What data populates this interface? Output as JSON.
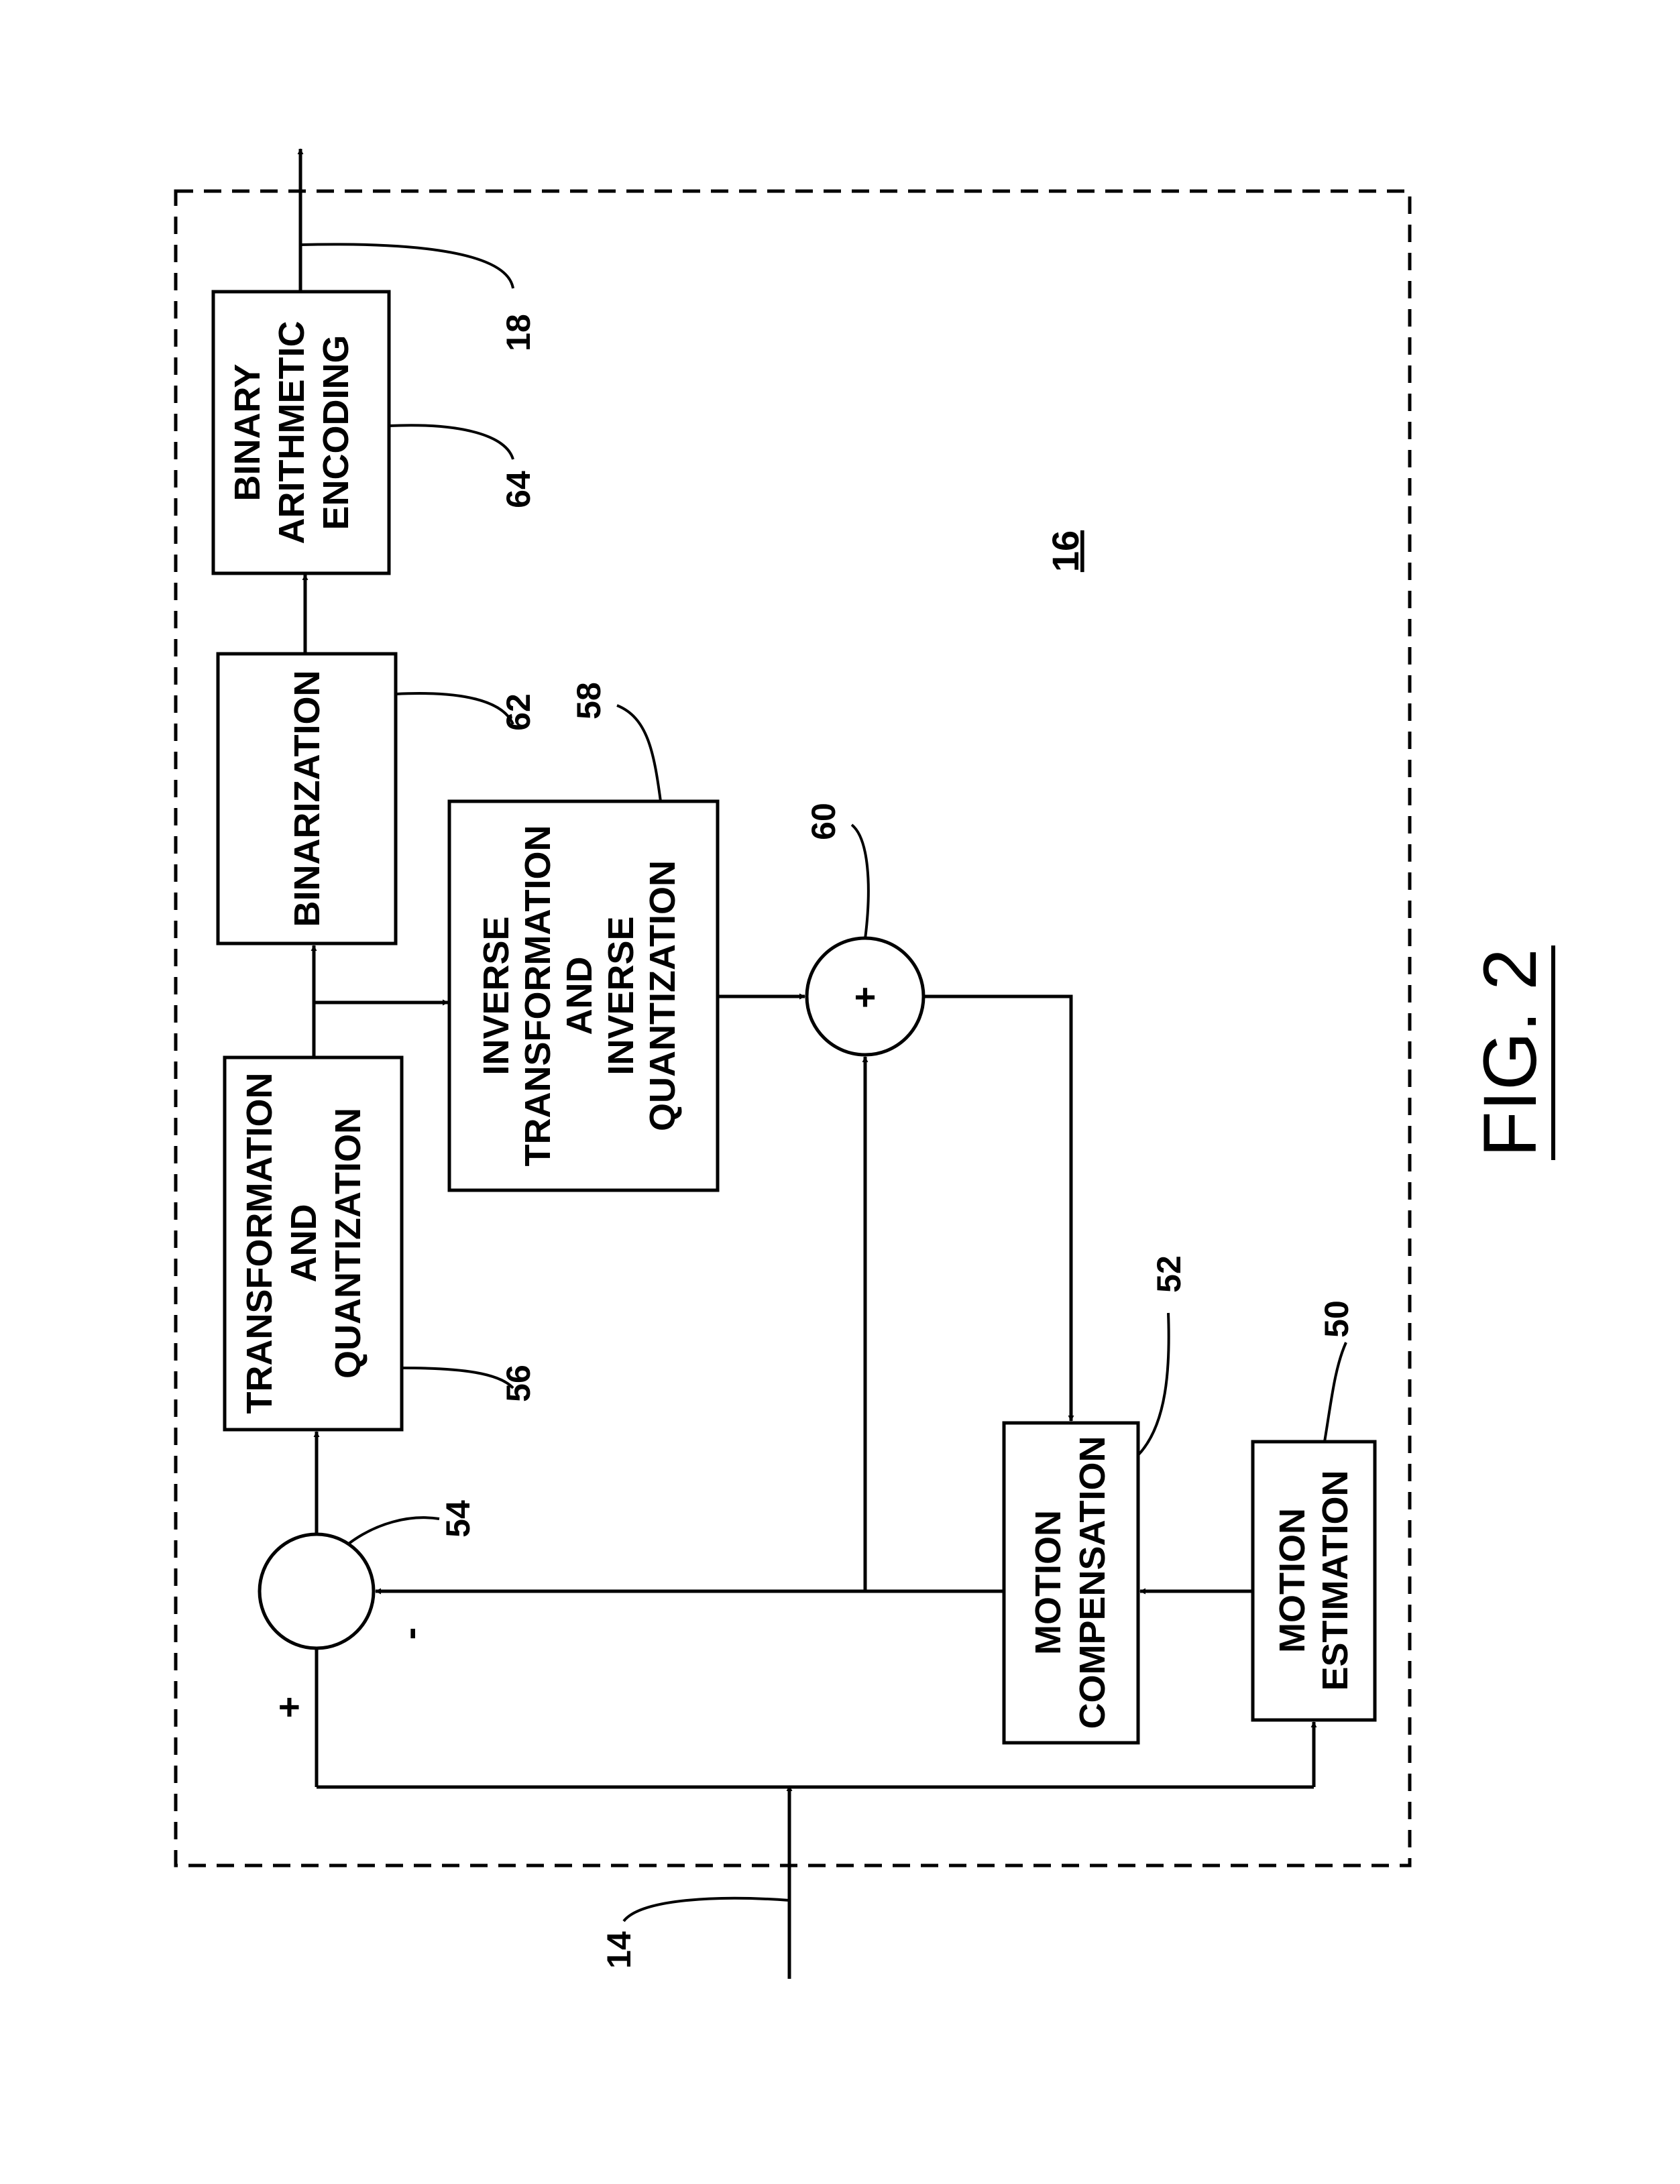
{
  "figure": {
    "caption": "FIG. 2",
    "system_ref": "16"
  },
  "blocks": {
    "binary_arithmetic_encoding": {
      "lines": [
        "BINARY",
        "ARITHMETIC",
        "ENCODING"
      ],
      "ref": "64"
    },
    "binarization": {
      "lines": [
        "BINARIZATION"
      ],
      "ref": "62"
    },
    "transformation_quantization": {
      "lines": [
        "TRANSFORMATION",
        "AND",
        "QUANTIZATION"
      ],
      "ref": "56"
    },
    "inverse_transformation": {
      "lines": [
        "INVERSE",
        "TRANSFORMATION",
        "AND",
        "INVERSE",
        "QUANTIZATION"
      ],
      "ref": "58"
    },
    "motion_compensation": {
      "lines": [
        "MOTION",
        "COMPENSATION"
      ],
      "ref": "52"
    },
    "motion_estimation": {
      "lines": [
        "MOTION",
        "ESTIMATION"
      ],
      "ref": "50"
    }
  },
  "nodes": {
    "subtractor": {
      "ref": "54",
      "plus_sign": "+",
      "minus_sign": "-"
    },
    "adder": {
      "ref": "60",
      "symbol": "+"
    }
  },
  "signals": {
    "input_ref": "14",
    "output_ref": "18"
  }
}
